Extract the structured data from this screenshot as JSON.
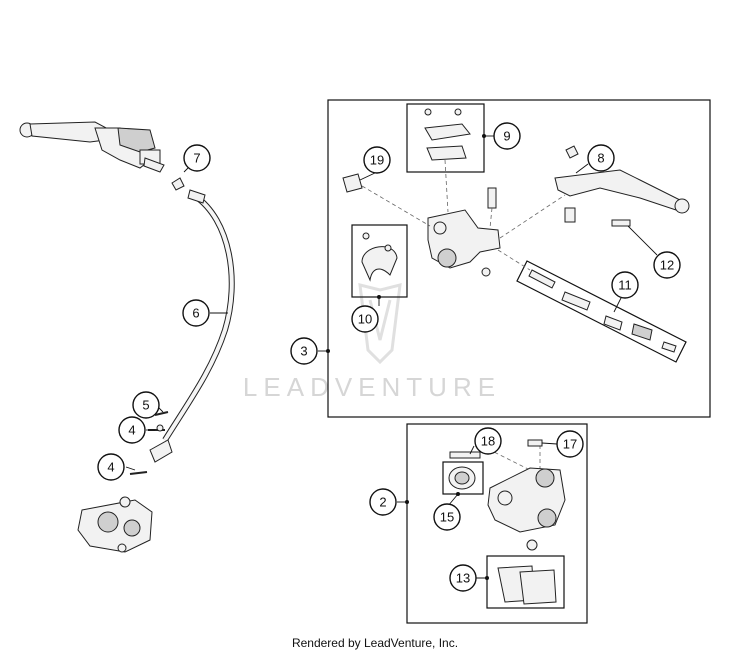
{
  "watermark": "LEADVENTURE",
  "footer": "Rendered by LeadVenture, Inc.",
  "callouts": {
    "c2": "2",
    "c3": "3",
    "c4a": "4",
    "c4b": "4",
    "c5": "5",
    "c6": "6",
    "c7": "7",
    "c8": "8",
    "c9": "9",
    "c10": "10",
    "c11": "11",
    "c12": "12",
    "c13": "13",
    "c15": "15",
    "c17": "17",
    "c18": "18",
    "c19": "19"
  }
}
